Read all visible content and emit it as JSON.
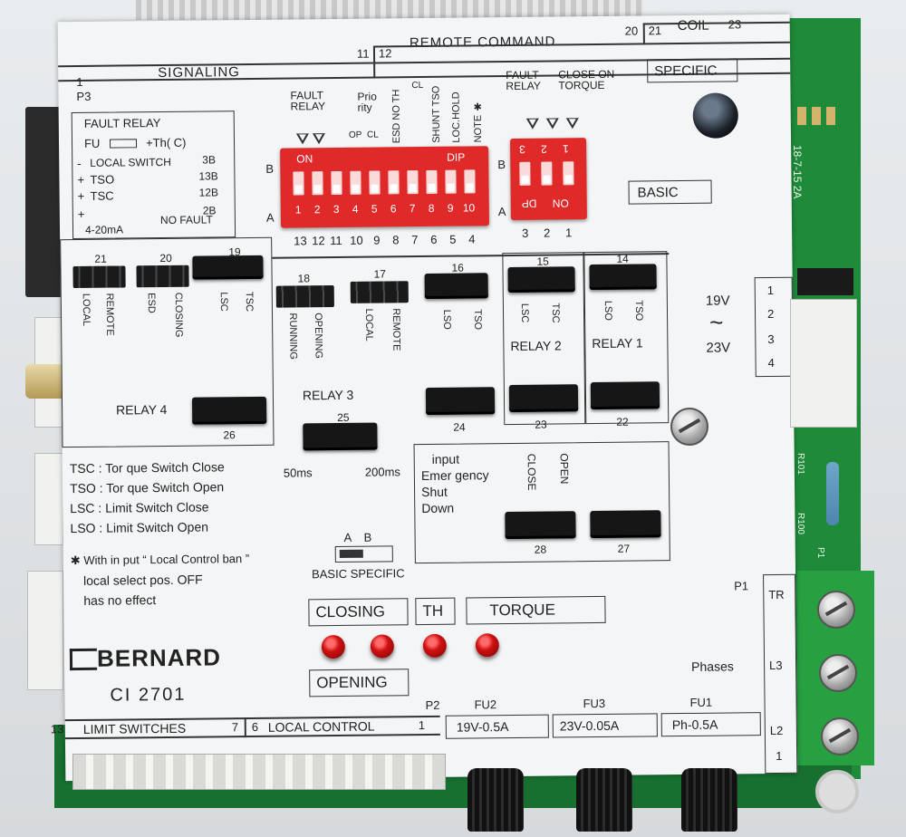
{
  "header": {
    "signaling": "SIGNALING",
    "remote_command": "REMOTE COMMAND",
    "coil": "COIL",
    "n1": "1",
    "n11": "11",
    "n12": "12",
    "n20": "20",
    "n21": "21",
    "n23": "23",
    "p3": "P3",
    "coil_plus1": "+",
    "coil_plus2": "+",
    "coil_minus": "-"
  },
  "fault_relay_box": {
    "title": "FAULT RELAY",
    "fu_line": "FU",
    "th_line": "+Th( C)",
    "local_switch": "LOCAL SWITCH",
    "r3b": "3B",
    "tso": "TSO",
    "r13b": "13B",
    "tsc": "TSC",
    "r12b": "12B",
    "r2b": "2B",
    "ma": "4-20mA",
    "no_fault": "NO FAULT",
    "dash": "-",
    "plus1": "+",
    "plus2": "+",
    "plus3": "+"
  },
  "dip_left": {
    "on": "ON",
    "dip": "DIP",
    "row_b": "B",
    "row_a": "A",
    "switch_numbers": [
      "1",
      "2",
      "3",
      "4",
      "5",
      "6",
      "7",
      "8",
      "9",
      "10"
    ],
    "bottom_numbers": [
      "13",
      "12",
      "11",
      "10",
      "9",
      "8",
      "7",
      "6",
      "5",
      "4"
    ],
    "label_fault_relay": "FAULT RELAY",
    "label_priority": "Prio rity",
    "label_op": "OP",
    "label_cl": "CL",
    "label_esd_no_th": "ESD NO TH",
    "label_cl2": "CL",
    "label_shunt_tso": "SHUNT TSO",
    "label_loc_hold": "LOC.HOLD",
    "label_note": "NOTE ✱"
  },
  "dip_right": {
    "fault_relay": "FAULT RELAY",
    "close_on_torque": "CLOSE ON TORQUE",
    "on": "ON",
    "dp": "DP",
    "top_numbers": [
      "3",
      "2",
      "1"
    ],
    "bottom_numbers": [
      "3",
      "2",
      "1"
    ],
    "row_b": "B",
    "row_a": "A",
    "specific": "SPECIFIC",
    "basic": "BASIC"
  },
  "jumpers": {
    "j21": "21",
    "j20": "20",
    "j19": "19",
    "j18": "18",
    "j17": "17",
    "j16": "16",
    "j15": "15",
    "j14": "14",
    "j26": "26",
    "j25": "25",
    "j24": "24",
    "j23": "23",
    "j22": "22",
    "j28": "28",
    "j27": "27"
  },
  "jumper_labels": {
    "local": "LOCAL",
    "remote": "REMOTE",
    "esd": "ESD",
    "closing": "CLOSING",
    "lsc": "LSC",
    "tsc": "TSC",
    "running": "RUNNING",
    "opening": "OPENING",
    "local2": "LOCAL",
    "remote2": "REMOTE",
    "lso": "LSO",
    "tso": "TSO",
    "lsc2": "LSC",
    "tsc2": "TSC",
    "lso2": "LSO",
    "tso2": "TSO",
    "relay1": "RELAY 1",
    "relay2": "RELAY 2",
    "relay3": "RELAY 3",
    "relay4": "RELAY 4",
    "ms50": "50ms",
    "ms200": "200ms"
  },
  "voltage": {
    "v19": "19V",
    "tilde": "~",
    "v23": "23V",
    "t1": "1",
    "t2": "2",
    "t3": "3",
    "t4": "4"
  },
  "esd_box": {
    "line1": "input",
    "line2": "Emer gency",
    "line3": "Shut",
    "line4": "Down",
    "close": "CLOSE",
    "open": "OPEN"
  },
  "legend": {
    "tsc": "TSC :  Tor que Switch Close",
    "tso": "TSO :  Tor que Switch Open",
    "lsc": "LSC :  Limit Switch Close",
    "lso": "LSO :  Limit Switch Open",
    "note1": "✱ With in put “ Local Control ban ”",
    "note2": "local select pos. OFF",
    "note3": "has no effect"
  },
  "selector": {
    "a": "A",
    "b": "B",
    "basic_specific": "BASIC SPECIFIC"
  },
  "indicators": {
    "closing": "CLOSING",
    "th": "TH",
    "torque": "TORQUE",
    "opening": "OPENING"
  },
  "brand": {
    "logo": "BERNARD",
    "model": "CI 2701"
  },
  "bottom": {
    "limit_switches": "LIMIT SWITCHES",
    "n13": "13",
    "n7": "7",
    "local_control": "LOCAL CONTROL",
    "n6": "6",
    "n1": "1",
    "p2": "P2",
    "fu2": "FU2",
    "fu3": "FU3",
    "fu1": "FU1",
    "fu2_rating": "19V-0.5A",
    "fu3_rating": "23V-0.05A",
    "fu1_rating": "Ph-0.5A"
  },
  "phases": {
    "p1": "P1",
    "tr": "TR",
    "l3": "L3",
    "l2": "L2",
    "n1": "1",
    "label": "Phases"
  },
  "pcb_side": {
    "date": "18-7-15 2A",
    "r101": "R101",
    "r100": "R100",
    "p1": "P1"
  },
  "colors": {
    "dip_red": "#e02a2a",
    "pcb_green": "#1f8a3a",
    "card_white": "#f4f5f6",
    "led_red": "#d01010"
  }
}
